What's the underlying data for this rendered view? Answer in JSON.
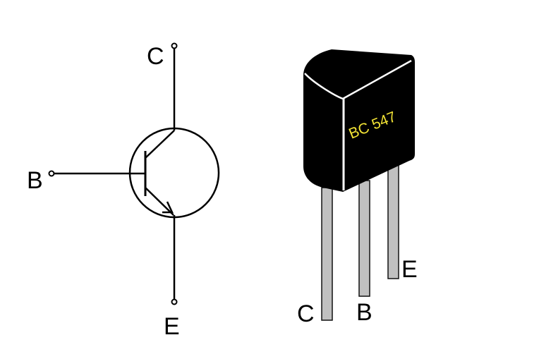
{
  "symbol": {
    "label_collector": "C",
    "label_base": "B",
    "label_emitter": "E"
  },
  "package": {
    "part_number": "BC 547",
    "lead_label_collector": "C",
    "lead_label_base": "B",
    "lead_label_emitter": "E"
  },
  "colors": {
    "line": "#000000",
    "body": "#000000",
    "marking": "#f2e335",
    "lead": "#c0c0c0"
  }
}
